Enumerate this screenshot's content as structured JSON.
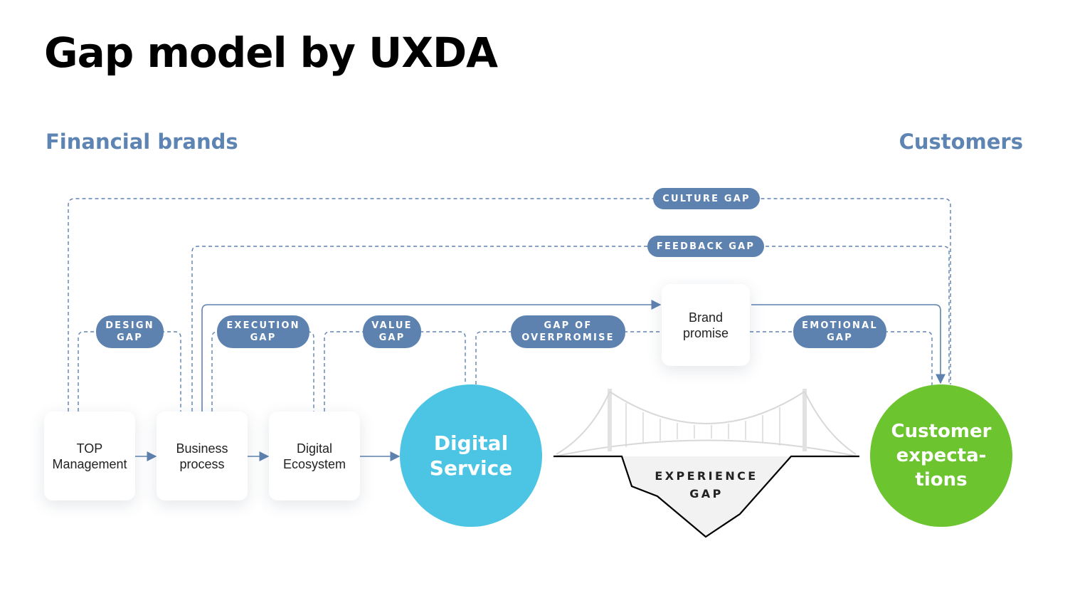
{
  "title": "Gap model by UXDA",
  "left_group_label": "Financial brands",
  "right_group_label": "Customers",
  "boxes": {
    "top_management": "TOP\nManagement",
    "business_process": "Business\nprocess",
    "digital_ecosystem": "Digital\nEcosystem",
    "brand_promise": "Brand\npromise"
  },
  "circles": {
    "digital_service": "Digital\nService",
    "customer_expectations": "Customer\nexpecta-\ntions"
  },
  "gaps": {
    "culture": "CULTURE GAP",
    "feedback": "FEEDBACK GAP",
    "design": "DESIGN\nGAP",
    "execution": "EXECUTION\nGAP",
    "value": "VALUE\nGAP",
    "overpromise": "GAP OF\nOVERPROMISE",
    "emotional": "EMOTIONAL\nGAP",
    "experience": "EXPERIENCE\nGAP"
  },
  "colors": {
    "accent_blue": "#5e82b0",
    "title_blue": "#5e84b3",
    "digital_service": "#4cc4e4",
    "customer_expectations": "#6cc42e",
    "bridge_gray": "#d8d8d8"
  }
}
